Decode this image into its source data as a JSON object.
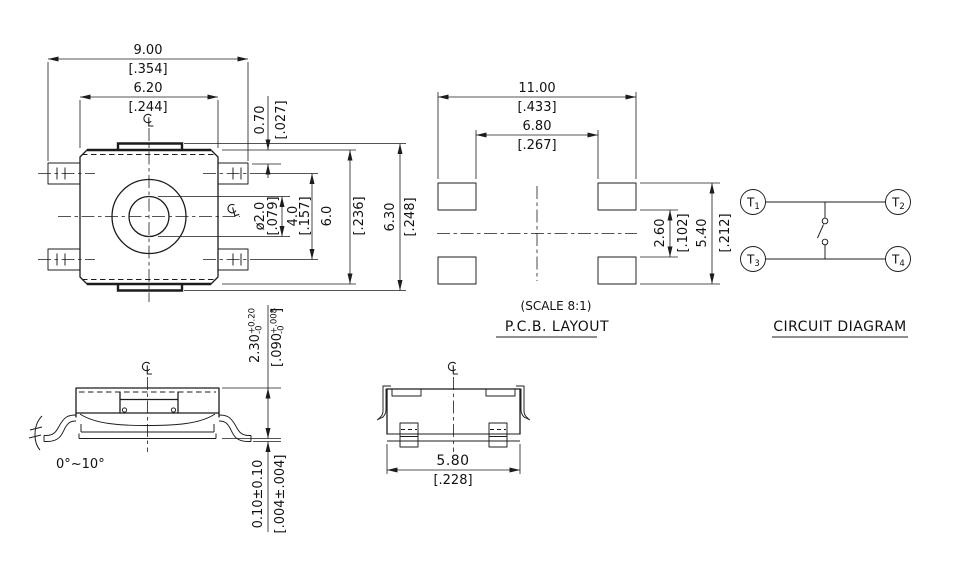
{
  "colors": {
    "line": "#1c1c1c",
    "background": "#ffffff"
  },
  "top_view": {
    "width_outer": {
      "mm": "9.00",
      "inch": "[.354]"
    },
    "width_cover": {
      "mm": "6.20",
      "inch": "[.244]"
    },
    "cover_to_terminal": {
      "mm": "0.70",
      "inch": "[.027]"
    },
    "plunger_diameter": {
      "mm": "ø2.0",
      "inch": "[.079]"
    },
    "terminal_pitch": {
      "mm": "4.0",
      "inch": "[.157]"
    },
    "body_height": {
      "mm": "6.0",
      "inch": "[.236]"
    },
    "overall_height": {
      "mm": "6.30",
      "inch": "[.248]"
    }
  },
  "pcb_layout": {
    "scale_note": "(SCALE 8:1)",
    "title": "P.C.B. LAYOUT",
    "pad_span_width": {
      "mm": "11.00",
      "inch": "[.433]"
    },
    "pad_gap_width": {
      "mm": "6.80",
      "inch": "[.267]"
    },
    "pad_gap_height": {
      "mm": "2.60",
      "inch": "[.102]"
    },
    "pad_span_height": {
      "mm": "5.40",
      "inch": "[.212]"
    }
  },
  "circuit_diagram": {
    "title": "CIRCUIT DIAGRAM",
    "terminals": [
      {
        "base": "T",
        "sub": "1"
      },
      {
        "base": "T",
        "sub": "2"
      },
      {
        "base": "T",
        "sub": "3"
      },
      {
        "base": "T",
        "sub": "4"
      }
    ]
  },
  "side_view": {
    "lead_angle": "0°~10°",
    "body_height": {
      "mm_base": "2.30",
      "mm_tol_plus": "+0.20",
      "mm_tol_minus": "-0",
      "inch_open": "[.090",
      "inch_tol_plus": "+.008",
      "inch_tol_minus": "-0",
      "inch_close": "]"
    },
    "standoff": {
      "mm": "0.10±0.10",
      "inch": "[.004±.004]"
    }
  },
  "front_view": {
    "base_width": {
      "mm": "5.80",
      "inch": "[.228]"
    }
  }
}
